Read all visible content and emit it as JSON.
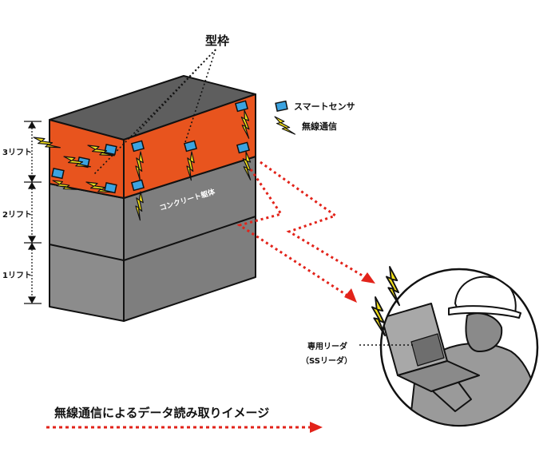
{
  "labels": {
    "formwork": "型枠",
    "smart_sensor": "スマートセンサ",
    "wireless": "無線通信",
    "lift3": "3リフト",
    "lift2": "2リフト",
    "lift1": "1リフト",
    "concrete_body": "コンクリート躯体",
    "reader_line1": "専用リーダ",
    "reader_line2": "（SSリーダ）",
    "caption": "無線通信によるデータ読み取りイメージ"
  },
  "colors": {
    "formwork_front": "#E8541E",
    "formwork_top": "#5E5E5E",
    "concrete_front": "#8C8C8C",
    "concrete_side": "#7E7E7E",
    "sensor": "#3BA3E0",
    "bolt": "#F5E21A",
    "arrow": "#E2231A"
  },
  "icons": [
    "smart-sensor-icon",
    "wireless-bolt-icon",
    "worker-illustration",
    "laptop-reader-icon",
    "dotted-arrow"
  ]
}
